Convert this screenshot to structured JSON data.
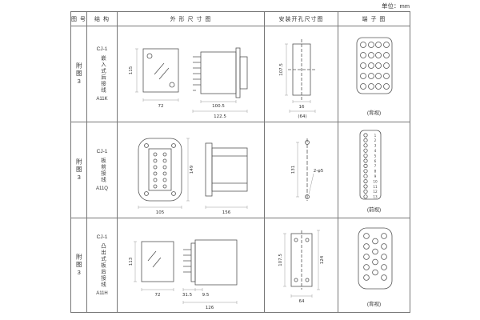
{
  "unit_label": "单位：mm",
  "table": {
    "headers": [
      "图 号",
      "结 构",
      "外 形 尺 寸 图",
      "安装开孔尺寸图",
      "端 子 图"
    ]
  },
  "rows": [
    {
      "fig": "附图3",
      "series": "CJ-1",
      "structure": "嵌入式后接线",
      "model": "A11K",
      "outline": {
        "height": "115",
        "width": "72",
        "depth": "100.5",
        "total_depth": "122.5"
      },
      "install": {
        "height": "107.5",
        "width_small": "16",
        "width_total": "(64)"
      },
      "terminal": {
        "view": "(背视)"
      }
    },
    {
      "fig": "附图3",
      "series": "CJ-1",
      "structure": "板前接线",
      "model": "A11Q",
      "outline": {
        "height": "149",
        "width": "105",
        "depth": "156"
      },
      "install": {
        "height": "131",
        "hole": "2-φ5"
      },
      "terminal": {
        "view": "(前视)",
        "numbers": [
          "1",
          "2",
          "3",
          "4",
          "5",
          "6",
          "7",
          "8",
          "9",
          "10",
          "11",
          "12",
          "13"
        ]
      }
    },
    {
      "fig": "附图3",
      "series": "CJ-1",
      "structure": "凸出式板后接线",
      "model": "A11H",
      "outline": {
        "height": "113",
        "width": "72",
        "pin_depth": "31.5",
        "plate": "9.5",
        "total_depth": "126"
      },
      "install": {
        "height": "107.5",
        "height2": "124",
        "width": "64"
      },
      "terminal": {
        "view": "(背视)"
      }
    }
  ]
}
